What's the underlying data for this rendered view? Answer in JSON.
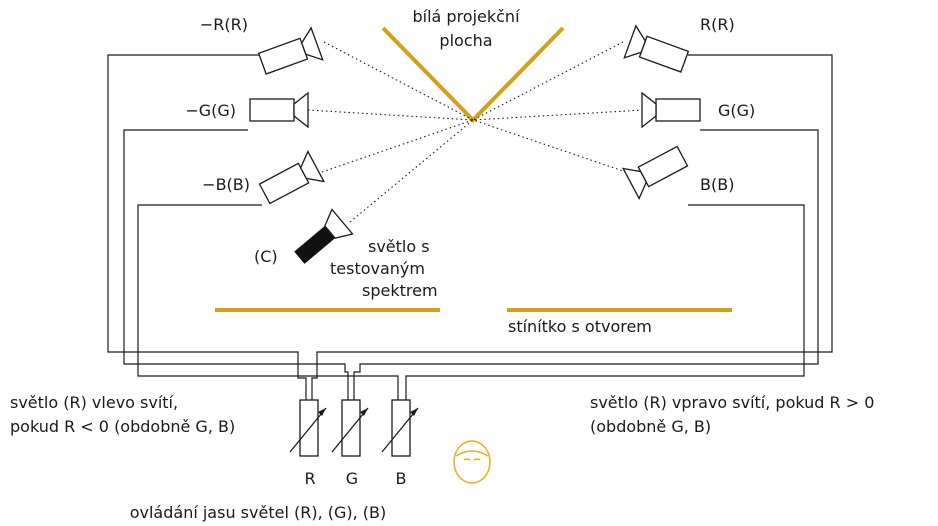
{
  "colors": {
    "screen": "#d4a017",
    "ink": "#1a1a1a",
    "face": "#e8b020"
  },
  "labels": {
    "projection_surface_line1": "bílá projekční",
    "projection_surface_line2": "plocha",
    "left_r": "−R(R)",
    "left_g": "−G(G)",
    "left_b": "−B(B)",
    "right_r": "R(R)",
    "right_g": "G(G)",
    "right_b": "B(B)",
    "test_light_tag": "(C)",
    "test_light_line1": "světlo s",
    "test_light_line2": "testovaným",
    "test_light_line3": "spektrem",
    "aperture": "stínítko s otvorem",
    "left_note_line1": "světlo (R) vlevo svítí,",
    "left_note_line2": "pokud R < 0 (obdobně G, B)",
    "right_note_line1": "světlo (R) vpravo svítí, pokud R > 0",
    "right_note_line2": "(obdobně G, B)",
    "slider_r": "R",
    "slider_g": "G",
    "slider_b": "B",
    "controls_caption": "ovládání jasu světel (R), (G), (B)"
  },
  "icons": {
    "projector": "projector-icon",
    "flashlight": "flashlight-icon",
    "potentiometer": "potentiometer-icon",
    "observer": "observer-face-icon"
  }
}
